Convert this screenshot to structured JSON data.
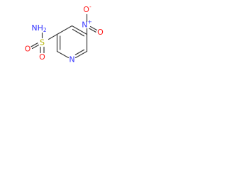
{
  "molecule": {
    "atoms": {
      "nh2": {
        "symbol": "NH",
        "subscript": "2"
      },
      "s": {
        "symbol": "S"
      },
      "o_sulfonyl_top": {
        "symbol": "O"
      },
      "o_sulfonyl_bottom": {
        "symbol": "O"
      },
      "n_ring": {
        "symbol": "N"
      },
      "n_nitro": {
        "symbol": "N",
        "charge": "+"
      },
      "o_nitro_single": {
        "symbol": "O",
        "charge": "-"
      },
      "o_nitro_double": {
        "symbol": "O"
      }
    },
    "colors": {
      "bond": "#3a3a3a",
      "carbon": "#3a3a3a",
      "nitrogen": "#3333ff",
      "oxygen": "#ff1a1a",
      "sulfur": "#b3b300"
    }
  }
}
